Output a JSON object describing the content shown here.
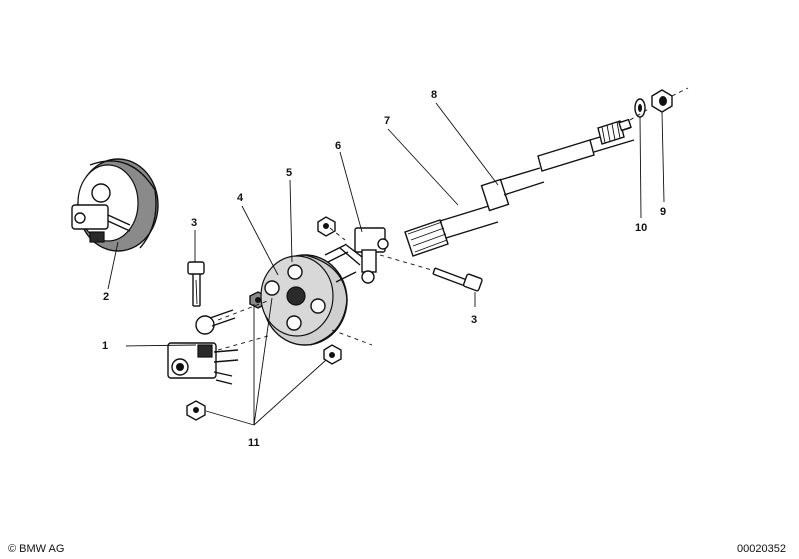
{
  "callouts": [
    {
      "id": "1",
      "text": "1"
    },
    {
      "id": "2",
      "text": "2"
    },
    {
      "id": "3a",
      "text": "3"
    },
    {
      "id": "3b",
      "text": "3"
    },
    {
      "id": "4",
      "text": "4"
    },
    {
      "id": "5",
      "text": "5"
    },
    {
      "id": "6",
      "text": "6"
    },
    {
      "id": "7",
      "text": "7"
    },
    {
      "id": "8",
      "text": "8"
    },
    {
      "id": "9",
      "text": "9"
    },
    {
      "id": "10",
      "text": "10"
    },
    {
      "id": "11",
      "text": "11"
    }
  ],
  "footer": {
    "copyright": "© BMW AG",
    "diagram_number": "00020352"
  }
}
